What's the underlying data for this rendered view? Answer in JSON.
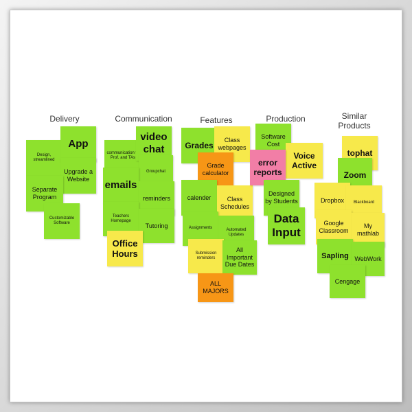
{
  "columns": {
    "delivery": "Delivery",
    "communication": "Communication",
    "features": "Features",
    "production": "Production",
    "similar": "Similar\nProducts"
  },
  "notes": {
    "delivery": {
      "design": "Design, streamlined",
      "app": "App",
      "upgrade": "Upgrade a Website",
      "separate": "Separate Program",
      "customizable": "Customizable Software"
    },
    "communication": {
      "communication_prof": "communication to Prof. and TAs",
      "video_chat": "video chat",
      "groupchat": "Groupchat",
      "emails": "emails",
      "reminders": "reminders",
      "teachers_homepage": "Teachers Homepage",
      "tutoring": "Tutoring",
      "office_hours": "Office Hours"
    },
    "features": {
      "grades": "Grades",
      "class_webpages": "Class webpages",
      "grade_calculator": "Grade calculator",
      "calender": "calender",
      "class_schedules": "Class Schedules",
      "assignments": "Assignments",
      "automated_updates": "Automated Updates",
      "submission_reminders": "Submission reminders",
      "all_important_due_dates": "All Important Due Dates",
      "all_majors": "ALL MAJORS"
    },
    "production": {
      "software_cost": "Software Cost",
      "error_reports": "error reports",
      "voice_active": "Voice Active",
      "designed_by_students": "Designed by Students",
      "data_input": "Data Input"
    },
    "similar": {
      "tophat": "tophat",
      "zoom": "Zoom",
      "dropbox": "Dropbox",
      "blackboard": "Blackboard",
      "google_classroom": "Google Classroom",
      "my_mathlab": "My mathlab",
      "sapling": "Sapling",
      "webwork": "WebWork",
      "cengage": "Cengage"
    }
  },
  "colors": {
    "green": "#8ee12d",
    "yellow": "#f7e94b",
    "orange": "#f79616",
    "pink": "#f27ea6"
  }
}
